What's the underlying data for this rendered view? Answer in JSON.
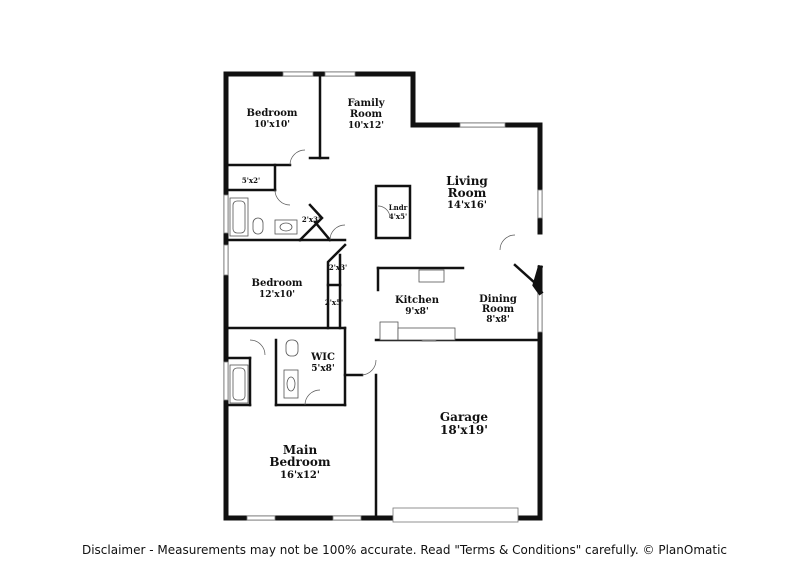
{
  "rooms": {
    "bedroom_top": {
      "name": "Bedroom",
      "size": "10'x10'"
    },
    "family_room": {
      "line1": "Family",
      "line2": "Room",
      "size": "10'x12'"
    },
    "living_room": {
      "line1": "Living",
      "line2": "Room",
      "size": "14'x16'"
    },
    "laundry": {
      "name": "Lndr",
      "size": "4'x5'"
    },
    "closet_5x2": {
      "size": "5'x2'"
    },
    "closet_2x3_a": {
      "size": "2'x3'"
    },
    "closet_2x3_b": {
      "size": "2'x3'"
    },
    "closet_2x5": {
      "size": "2'x5'"
    },
    "bedroom_mid": {
      "name": "Bedroom",
      "size": "12'x10'"
    },
    "kitchen": {
      "name": "Kitchen",
      "size": "9'x8'"
    },
    "dining_room": {
      "line1": "Dining",
      "line2": "Room",
      "size": "8'x8'"
    },
    "wic": {
      "name": "WIC",
      "size": "5'x8'"
    },
    "garage": {
      "name": "Garage",
      "size": "18'x19'"
    },
    "main_bedroom": {
      "line1": "Main",
      "line2": "Bedroom",
      "size": "16'x12'"
    }
  },
  "disclaimer": "Disclaimer - Measurements may not be 100% accurate. Read \"Terms & Conditions\" carefully. © PlanOmatic"
}
